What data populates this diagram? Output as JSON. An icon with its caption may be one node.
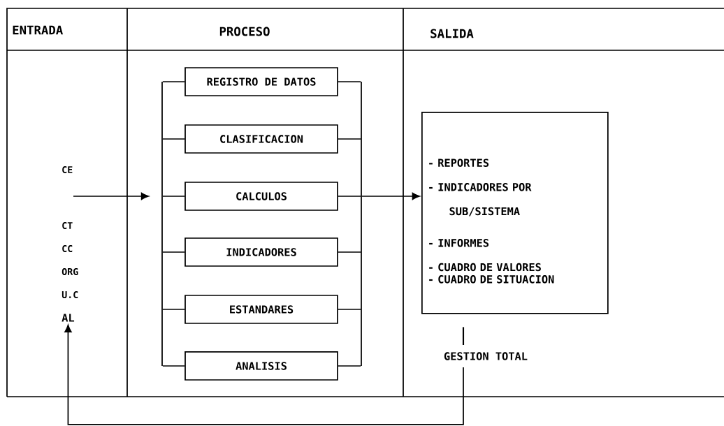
{
  "diagram": {
    "nodes": [
      {
        "text": [
          "REGISTRO DE DATOS"
        ]
      },
      {
        "text": [
          "CLASIFICACION"
        ]
      },
      {
        "text": [
          "CALCULOS"
        ]
      },
      {
        "text": [
          "INDICADORES"
        ]
      },
      {
        "text": [
          "ESTANDARES"
        ]
      },
      {
        "text": [
          "ANALISIS"
        ]
      },
      {
        "text": [
          "- REPORTES",
          "- INDICADORES POR SUB/SISTEMA",
          "- INFORMES",
          "- CUADRO DE VALORES",
          "- CUADRO DE SITUACION"
        ]
      },
      {
        "text": [
          "GESTION TOTAL"
        ]
      },
      {
        "text": [
          "AL"
        ]
      },
      {
        "text": [],
        "shape": "bar"
      },
      {
        "text": [],
        "shape": "bar"
      }
    ],
    "edges": [
      {
        "from": null,
        "to": 9,
        "arrow": "to"
      },
      {
        "from": 9,
        "to": 0,
        "arrow": "none"
      },
      {
        "from": 9,
        "to": 1,
        "arrow": "none"
      },
      {
        "from": 9,
        "to": 2,
        "arrow": "none"
      },
      {
        "from": 9,
        "to": 3,
        "arrow": "none"
      },
      {
        "from": 9,
        "to": 4,
        "arrow": "none"
      },
      {
        "from": 9,
        "to": 5,
        "arrow": "none"
      },
      {
        "from": 0,
        "to": 10,
        "arrow": "none"
      },
      {
        "from": 1,
        "to": 10,
        "arrow": "none"
      },
      {
        "from": 2,
        "to": 10,
        "arrow": "none"
      },
      {
        "from": 3,
        "to": 10,
        "arrow": "none"
      },
      {
        "from": 4,
        "to": 10,
        "arrow": "none"
      },
      {
        "from": 5,
        "to": 10,
        "arrow": "none"
      },
      {
        "from": 10,
        "to": 6,
        "arrow": "to"
      },
      {
        "from": 6,
        "to": 7,
        "arrow": "none"
      },
      {
        "from": 7,
        "to": 8,
        "arrow": "to"
      }
    ],
    "labels": [
      "ENTRADA",
      "PROCESO",
      "SALIDA",
      "CE",
      "CT",
      "CC",
      "ORG",
      "U.C"
    ]
  }
}
